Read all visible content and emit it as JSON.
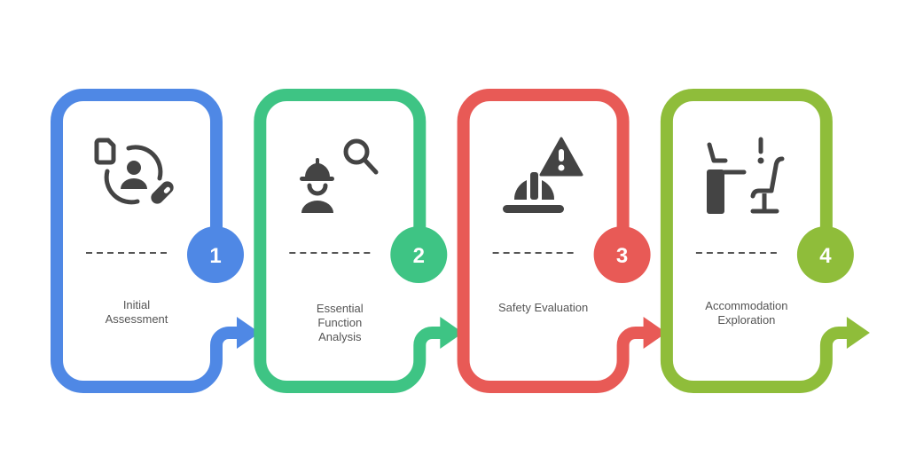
{
  "steps": [
    {
      "number": "1",
      "label": "Initial Assessment",
      "label_lines": [
        "Initial",
        "Assessment"
      ],
      "color": "#4F88E5",
      "icon": "patient-assessment-icon"
    },
    {
      "number": "2",
      "label": "Essential Function Analysis",
      "label_lines": [
        "Essential",
        "Function",
        "Analysis"
      ],
      "color": "#3EC484",
      "icon": "worker-search-icon"
    },
    {
      "number": "3",
      "label": "Safety Evaluation",
      "label_lines": [
        "Safety Evaluation"
      ],
      "color": "#E85A56",
      "icon": "hardhat-warning-icon"
    },
    {
      "number": "4",
      "label": "Accommodation Exploration",
      "label_lines": [
        "Accommodation",
        "Exploration"
      ],
      "color": "#8FBD3A",
      "icon": "workstation-alert-icon"
    }
  ],
  "icon_color": "#444444",
  "divider_color": "#555555"
}
